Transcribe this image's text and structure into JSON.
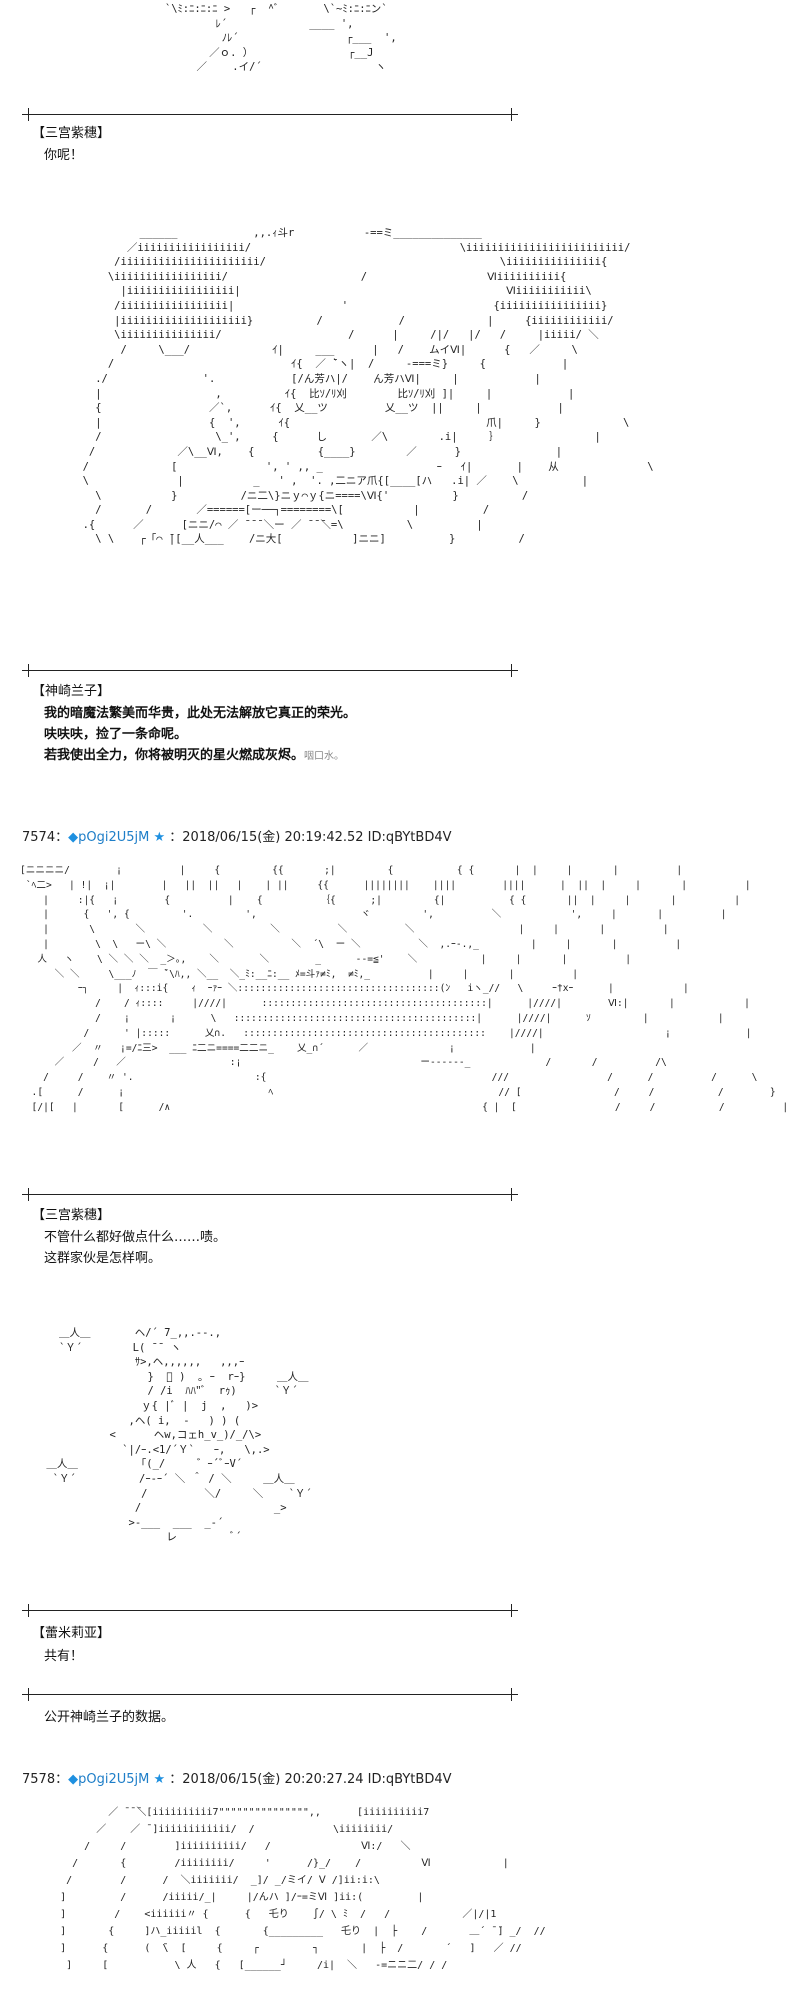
{
  "art": {
    "a0": "         `\\ﾐ:ﾆ:ﾆ:ﾆ >   ┌  ^ﾞ       \\`~ﾐ:ﾆ:ﾆン`\n                 ﾚ´             ____ ',\n                  ﾉﾚ´                 ┌___  ',\n                ／ｏ. ）               ┌__J\n              ／    .イ/´                  ヽ",
    "a1": "                 ______            ,,.ｨ斗r           -==ミ______________\n               ／iiiiiiiiiiiiiiiii/                                 \\iiiiiiiiiiiiiiiiiiiiiiiii/\n             /iiiiiiiiiiiiiiiiiiiiii/                                     \\iiiiiiiiiiiiiii{\n            \\iiiiiiiiiiiiiiiii/                     /                   Ⅵiiiiiiiiii{\n              |iiiiiiiiiiiiiiiii|                                          Ⅵiiiiiiiiiii\\\n             /iiiiiiiiiiiiiiiii|                 '                       {iiiiiiiiiiiiiiii}\n             |iiiiiiiiiiiiiiiiiiii}          /            /             |     {iiiiiiiiiiii/\n             \\iiiiiiiiiiiiiii/                    /      |     /|/   |/   /     |iiiii/ ＼\n              /     \\___/             ｲ|     ___      |   /    ムイⅥ|      {   ／     \\\n            /                            ｲ{  ／ ̄`ヽ|  /     -===ミ}     {            |\n          ./               '.            [/ん芳ハ|/    ん芳ハⅥ|     |            |\n          |                  ,          ｲ{  比ｿ/ﾘ刈        比ｿ/ﾘ刈 ]|     |            |\n          {                 ／`,      ｲ{  乂__ツ         乂__ツ  ||     |            |\n          |                 {  ',      ｲ{                               爪|     }             \\\n          /                  \\_',     {      し       ／\\        .i|     ｝               |\n         /             ／\\__Ⅵ,    {          {____}        ／      }               |\n        /             [              ', ' ,, _                  ｰ   ｲ|       |    从              \\\n        \\              |           _   ' ,  '. ,二ニア爪{[____[ハ   .i| ／    \\          |\n          \\           }          /ニ二\\}ニｙ⌒ｙ{ニ====\\Ⅵ{'          }          /\n          /       /       ／======[ー──┐========\\[           |          /\n        .{      ／      [ニニ/⌒ ／ ̄ ̄ ̄ ＼ー ／ ̄ ̄ ̄＼=\\          \\          |\n          \\ \\    ┌「⌒ ̄|[__人___    /ニ大[           ]ニニ]          }          /",
    "a2": "[ニニニニ/        ¡          |     {         {{       ;|         {           { {       |  |     |       |          |\n `ﾍ二>   | !|  ¡|        |   ||  ||   |    | ||     {{      ||||||||    ||||        ||||      |  ||  |     |       |          |\n    |     :|{   ¡        {          |    {          ｛{      ;|         {|           { {       ||  |     |       |          |\n    |      {   ', {         '.         ',                  ヾ         ',          ＼            ',     |       |          |\n    |       \\       ＼          ＼          ＼          ＼          ＼                  |     |       |          |\n    |        \\  \\   ー\\ ＼          ＼          ＼  ´\\  ー ＼          ＼  ,.ｰ‐.,_         |     |       |          |\n   人   ヽ    \\ ＼ ＼ ＼  _＞｡,    ＼       ＼        _      ‐‐=≦'    ＼           |     |       |          |\n      ＼ ＼     \\___ﾉ  ￣ ̄`\\ﾊ,, ＼__  ＼_ﾐ:__ﾆ:__ ﾒ=斗ｧ≠ﾐ,  ≠ﾐ,_          |     |       |          |\n          ｰ┐     |  ｨ:::i{    ｨ  ｰｧｰ ＼:::::::::::::::::::::::::::::::::::(ﾝ   iヽ_//   \\     ｰ†xｰ      |            |\n             /    / ｨ::::     |////|      :::::::::::::::::::::::::::::::::::::::|      |////|        Ⅵ:|       |            |\n             /    ¡       ¡      \\   ::::::::::::::::::::::::::::::::::::::::::|      |////|      ｿ         |            |\n           /      ' |:::::      乂∩.   ::::::::::::::::::::::::::::::::::::::::::    |////|                     ¡             |\n         ／  〃   ¡=/ﾆ三>  ___ ﾆ二ニ====二二ニ_    乂_∩´      ／              ¡             |\n      ／     /   ／                  :¡                               ー‐‐‐‐‐‐_             /       /          /\\\n    /     /    〃 '.                     :{                                       ///                 /      /          /      \\\n  .[      /      ¡                         ﾍ                                       // [                /     /           /        }\n  [/|[   |       [      /∧                                                      { |  [                 /     /           /          |",
    "a3": "   ＿人＿       ヘ/´ ̄7_,,.-‐.,\n   `Ｙ´        L( ̄ ̄  ヽ\n               ｻ>,ヘ,,,,,,   ,,,ｰ\n                 }  ﾞ )  ｡ ｰ  rｰ}     ＿人＿\n                 / /i  ﾊﾊ\"ﾞ  rｩ)      `Ｙ´\n                ｙ{ |ﾞ |  j  ,   )>\n              ,ヘ( i,  -   ) ) ( \n           <      ヘw,コェh_v_)/_/\\>\n             `|/ｰ.<1/´Ｙ`   ｰ,   \\,.>\n ＿人＿          ｢(_/     ゛ｰ´ﾞｰV´\n  `Ｙ´          /ｰ‐ｰ´ ＼ ＾ / ＼     ＿人＿\n                /         ＼/     ＼    `Ｙ´\n               /                     _>\n              >-___  ___  _-´\n                    レ         ﾞ´",
    "a4": "             ／ ̄ ̄ ̄＼[iiiiiiiiii7\"\"\"\"\"\"\"\"\"\"\"\"\"\"\",,      [iiiiiiiiii7\n           ／    ／ ̄ ]iiiiiiiiiiii/  /             \\iiiiiiii/\n         /     /        ]iiiiiiiiii/   /               Ⅵ:/   ＼\n       /       {        /iiiiiiii/     '      /}_/    /          Ⅵ            |\n      /        /      /  ＼iiiiiii/  _]/ _/ミイ/ Ⅴ /]ii:i:\\\n     ]         /      /iiiii/_|     |/んハ ]/ｰ=ミⅥ ]ii:(         |\n     ]        /    <iiiiii〃 {      {   乇り    ∫/ \\ ﾐ  /   /            ／|/|1\n     ]       {     ]ハ_iiiiil  {       {_________   乇り  |  ├    /       ＿´ ̄ ̄] _/  //\n     ]      {      (  ̄\\  [     {     ┌         ┐       |  ├  /       ´   ]   ／ //\n      ]     [           \\ 人   {   [______┘     /i|  ＼   -=ニニ二/ / /"
  },
  "post1": {
    "speaker": "【三宫紫穗】",
    "lines": [
      "你呢！"
    ]
  },
  "post2": {
    "speaker": "【神崎兰子】",
    "lines": [
      "我的暗魔法繁美而华贵，此处无法解放它真正的荣光。",
      "呋呋呋，捡了一条命呢。",
      "若我使出全力，你将被明灭的星火燃成灰烬。"
    ],
    "aside": "咽口水。"
  },
  "header1": {
    "num": "7574",
    "sep": "：",
    "diamond": "◆",
    "tripcode": "pOgi2U5jM",
    "star": "★",
    "datetime": "：2018/06/15(金) 20:19:42.52 ID:qBYtBD4V"
  },
  "post3": {
    "speaker": "【三宫紫穗】",
    "lines": [
      "不管什么都好做点什么……啧。",
      "这群家伙是怎样啊。"
    ]
  },
  "post4": {
    "speaker": "【蕾米莉亚】",
    "lines": [
      "共有！"
    ]
  },
  "post5": {
    "lines": [
      "公开神崎兰子的数据。"
    ]
  },
  "header2": {
    "num": "7578",
    "sep": "：",
    "diamond": "◆",
    "tripcode": "pOgi2U5jM",
    "star": "★",
    "datetime": "：2018/06/15(金) 20:20:27.24 ID:qBYtBD4V"
  }
}
